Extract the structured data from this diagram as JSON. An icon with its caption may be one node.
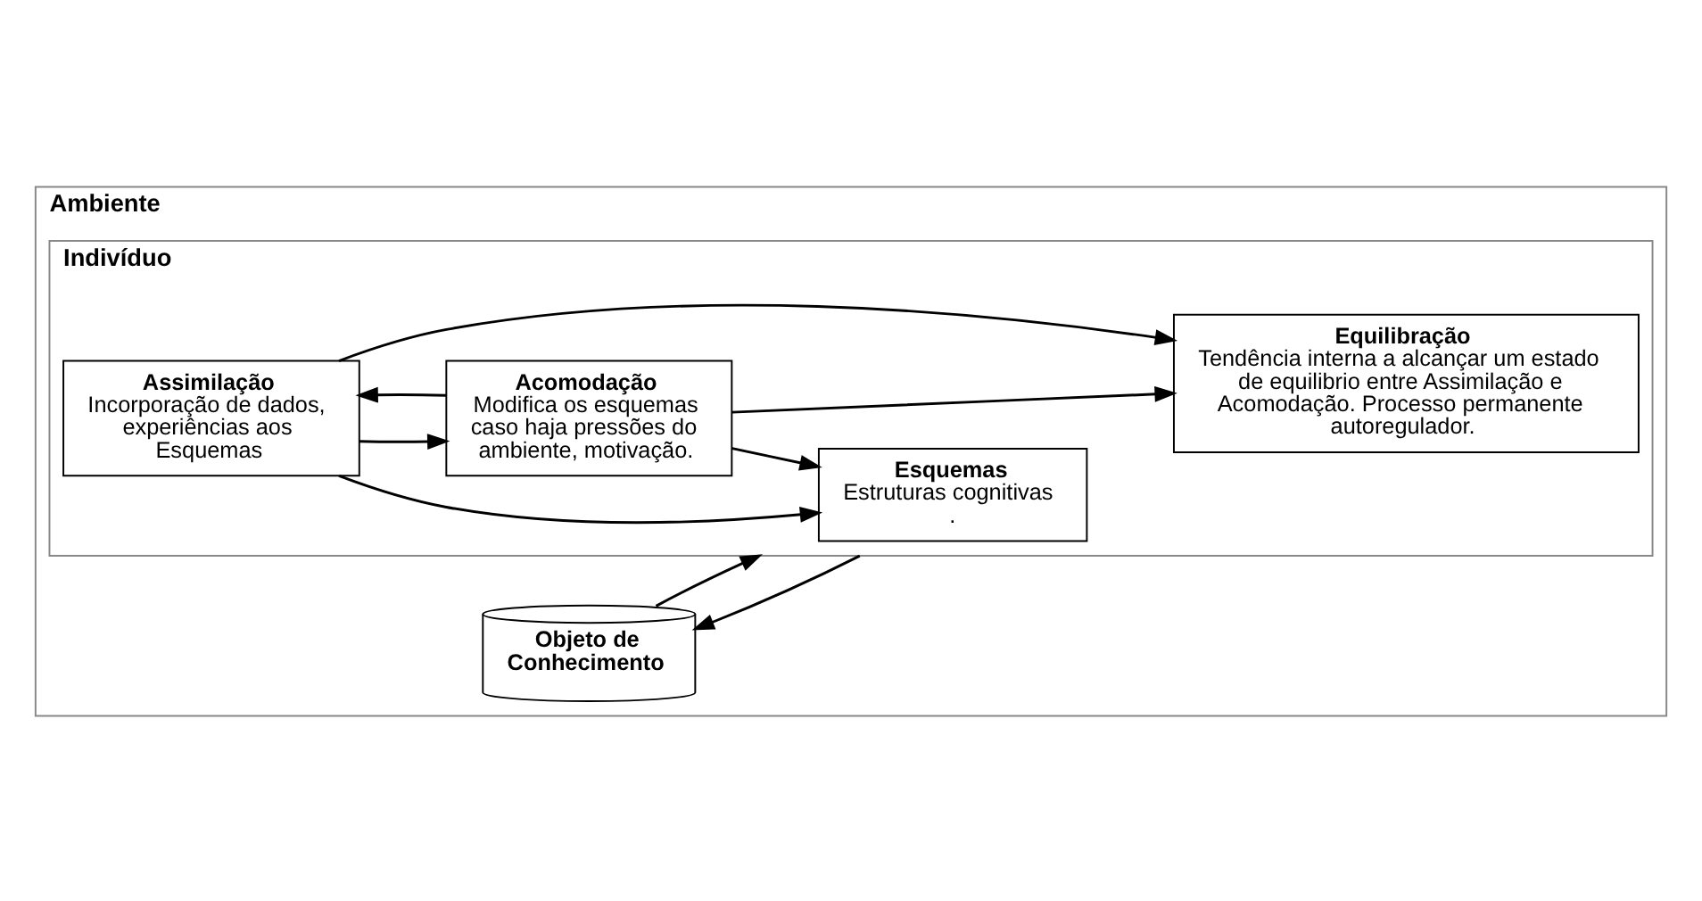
{
  "diagram": {
    "nodes": [
      {
        "text": [
          "Ambiente"
        ]
      },
      {
        "text": [
          "Objeto de Conhecimento"
        ],
        "in": 0
      },
      {
        "text": [
          "Indivíduo"
        ],
        "in": 0
      },
      {
        "text": [
          "Esquemas",
          "Estruturas cognitivas",
          "."
        ],
        "in": 2
      },
      {
        "text": [
          "Assimilação",
          "Incorporação de dados, experiências aos Esquemas"
        ],
        "in": 2
      },
      {
        "text": [
          "Acomodação",
          "Modifica os esquemas caso haja pressões do ambiente, motivação."
        ],
        "in": 2
      },
      {
        "text": [
          "Equilibração",
          "Tendência interna a alcançar um estado de equilibrio entre Assimilação e Acomodação. Processo permanente autoregulador."
        ],
        "in": 2
      }
    ],
    "edges": [
      {
        "from": 1,
        "to": 2,
        "arrow": "to"
      },
      {
        "from": 2,
        "to": 1,
        "arrow": "to"
      },
      {
        "from": 4,
        "to": 3,
        "arrow": "to"
      },
      {
        "from": 5,
        "to": 3,
        "arrow": "to"
      },
      {
        "from": 4,
        "to": 5,
        "arrow": "to"
      },
      {
        "from": 5,
        "to": 4,
        "arrow": "to"
      },
      {
        "from": 4,
        "to": 6,
        "arrow": "to"
      },
      {
        "from": 5,
        "to": 6,
        "arrow": "to"
      }
    ]
  }
}
